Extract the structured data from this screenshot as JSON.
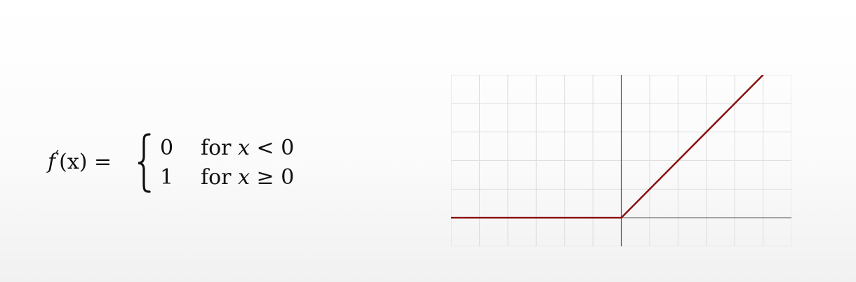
{
  "formula": {
    "lhs_func": "f",
    "lhs_prime": "′",
    "lhs_arg": "(x)",
    "equals": "=",
    "cases": [
      {
        "value": "0",
        "for_word": "for",
        "var": "x",
        "relation": "<",
        "bound": "0"
      },
      {
        "value": "1",
        "for_word": "for",
        "var": "x",
        "relation": "≥",
        "bound": "0"
      }
    ]
  },
  "chart_data": {
    "type": "line",
    "title": "",
    "xlabel": "",
    "ylabel": "",
    "xlim": [
      -6,
      6
    ],
    "ylim": [
      -1,
      5
    ],
    "grid": true,
    "grid_step": 1,
    "series": [
      {
        "x": [
          -6,
          0,
          5
        ],
        "y": [
          0,
          0,
          5
        ],
        "color": "#8b1010"
      }
    ],
    "colors": {
      "grid": "#dedede",
      "axis": "#555555",
      "line": "#8b1010"
    }
  }
}
